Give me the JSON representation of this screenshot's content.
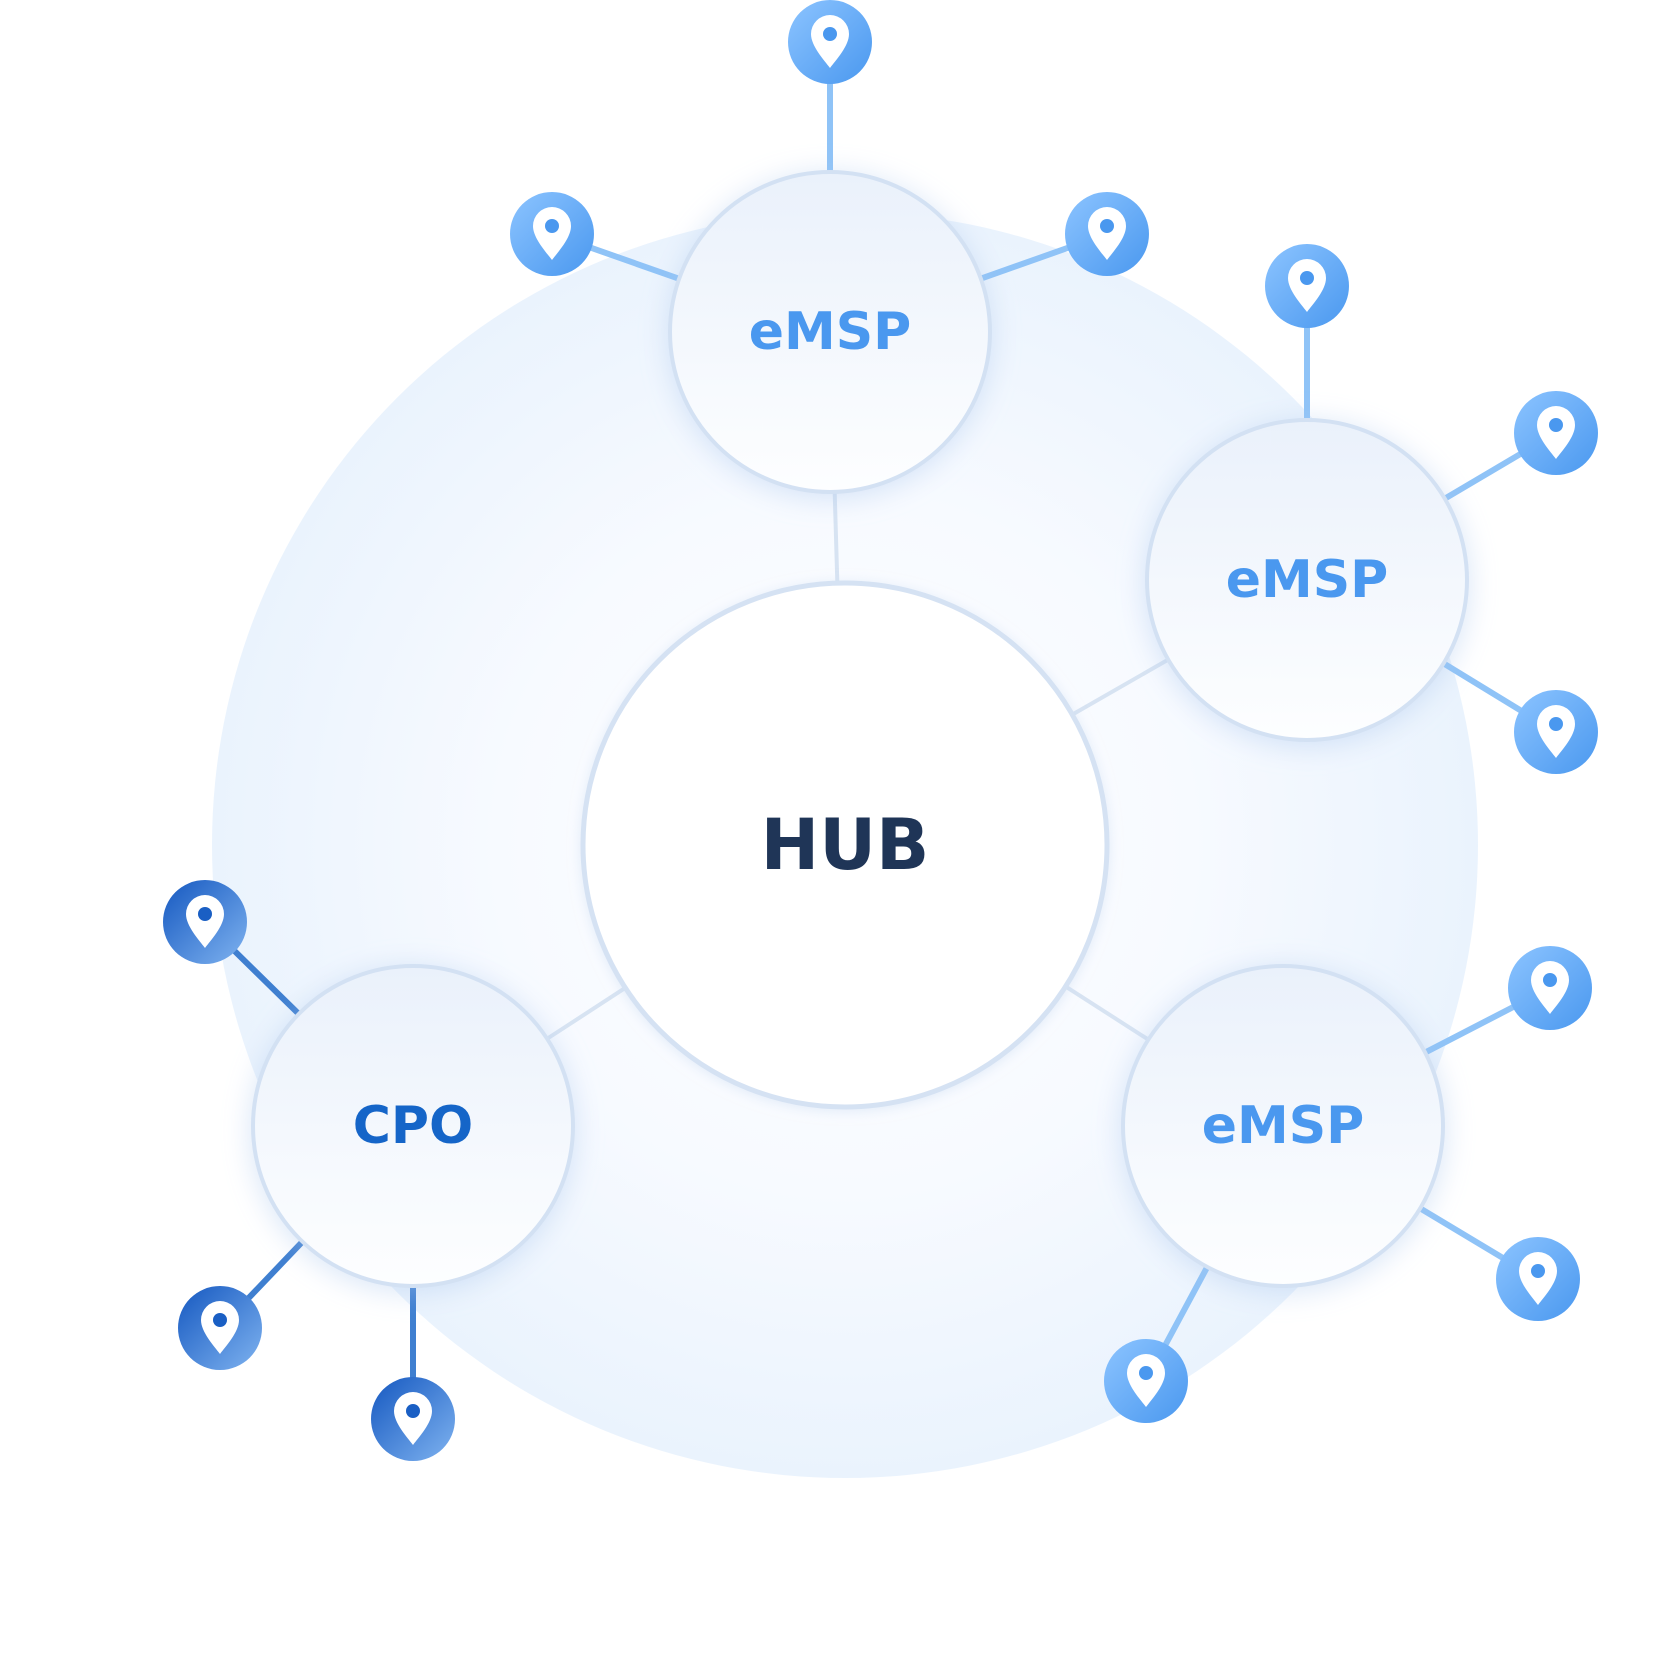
{
  "hub": {
    "label": "HUB",
    "color": "#1f3557"
  },
  "emsp_color": "#4a98ef",
  "cpo_color": "#1565c8",
  "pin_light": [
    "#8cc4ff",
    "#4a98ef"
  ],
  "pin_dark": [
    "#1558c0",
    "#7fb3f0"
  ],
  "nodes": [
    {
      "id": "emsp-top",
      "label": "eMSP",
      "kind": "emsp"
    },
    {
      "id": "emsp-right",
      "label": "eMSP",
      "kind": "emsp"
    },
    {
      "id": "emsp-bottom-right",
      "label": "eMSP",
      "kind": "emsp"
    },
    {
      "id": "cpo",
      "label": "CPO",
      "kind": "cpo"
    }
  ],
  "pins": [
    {
      "node": "emsp-top",
      "icon": "location-pin-icon"
    },
    {
      "node": "emsp-top",
      "icon": "location-pin-icon"
    },
    {
      "node": "emsp-top",
      "icon": "location-pin-icon"
    },
    {
      "node": "emsp-right",
      "icon": "location-pin-icon"
    },
    {
      "node": "emsp-right",
      "icon": "location-pin-icon"
    },
    {
      "node": "emsp-right",
      "icon": "location-pin-icon"
    },
    {
      "node": "emsp-bottom-right",
      "icon": "location-pin-icon"
    },
    {
      "node": "emsp-bottom-right",
      "icon": "location-pin-icon"
    },
    {
      "node": "emsp-bottom-right",
      "icon": "location-pin-icon"
    },
    {
      "node": "cpo",
      "icon": "location-pin-icon"
    },
    {
      "node": "cpo",
      "icon": "location-pin-icon"
    },
    {
      "node": "cpo",
      "icon": "location-pin-icon"
    }
  ]
}
